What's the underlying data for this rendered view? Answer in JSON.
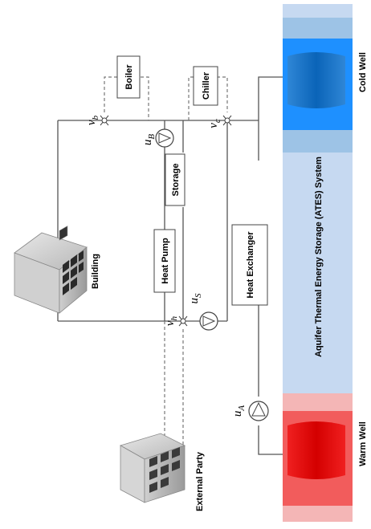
{
  "labels": {
    "boiler": "Boiler",
    "chiller": "Chiller",
    "storage": "Storage",
    "heat_pump": "Heat Pump",
    "heat_exchanger": "Heat Exchanger",
    "building": "Building",
    "external_party": "External Party",
    "ates_system": "Aquifer Thermal Energy Storage (ATES) System",
    "cold_well": "Cold Well",
    "warm_well": "Warm Well"
  },
  "symbols": {
    "u_B": {
      "main": "u",
      "sub": "B"
    },
    "u_S": {
      "main": "u",
      "sub": "S"
    },
    "u_A": {
      "main": "u",
      "sub": "A"
    },
    "v_b": {
      "main": "v",
      "sub": "b"
    },
    "v_c": {
      "main": "v",
      "sub": "c"
    },
    "v_h": {
      "main": "v",
      "sub": "h"
    }
  },
  "colors": {
    "aquifer_band": "#c6d9f1",
    "cold_light": "#9dc3e6",
    "cold_mid": "#1e90ff",
    "cold_core": "#0a64b8",
    "warm_light": "#f4b6b6",
    "warm_mid": "#f25c5c",
    "warm_core": "#e60000"
  }
}
